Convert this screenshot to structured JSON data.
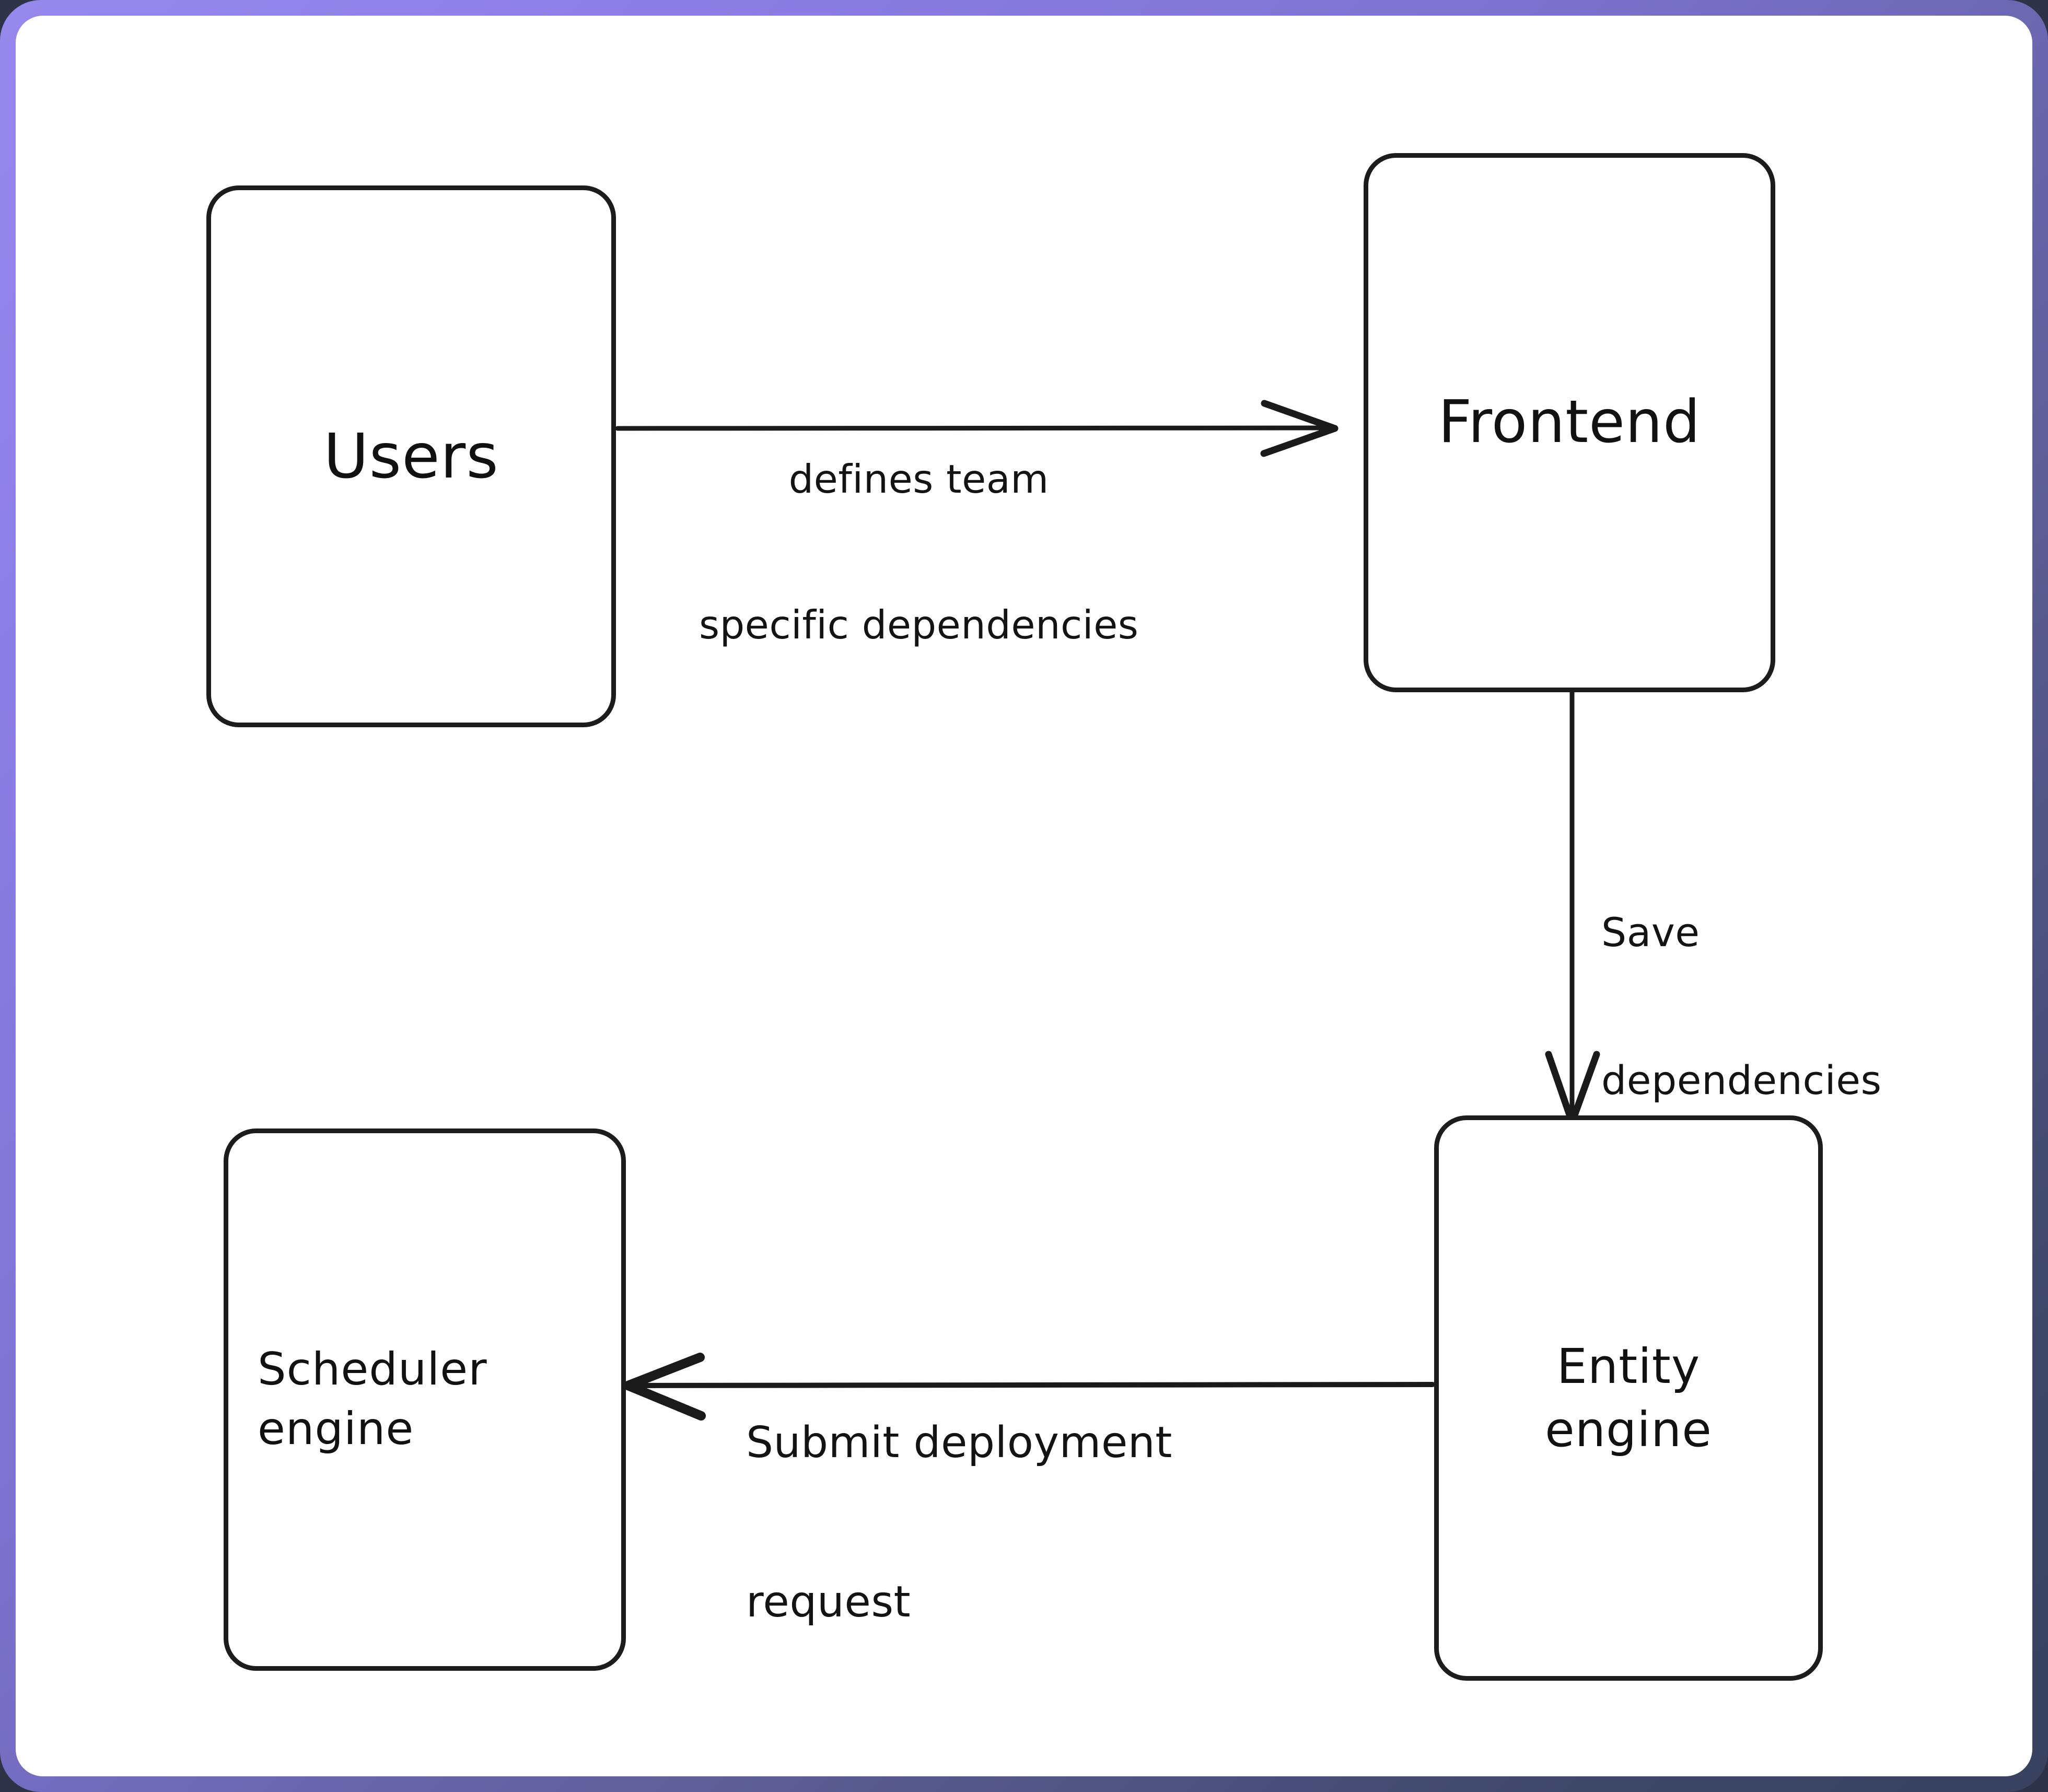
{
  "diagram": {
    "type": "flowchart",
    "style": "hand-drawn",
    "background_color": "#ffffff",
    "border_gradient_from": "#8f80e8",
    "border_gradient_to": "#394160",
    "node_stroke_color": "#1c1c1c",
    "text_color": "#111111",
    "nodes": [
      {
        "id": "users",
        "label": "Users",
        "shape": "rounded-rect"
      },
      {
        "id": "frontend",
        "label": "Frontend",
        "shape": "rounded-rect"
      },
      {
        "id": "scheduler",
        "label": "Scheduler\nengine",
        "shape": "rounded-rect"
      },
      {
        "id": "entity",
        "label": "Entity\nengine",
        "shape": "rounded-rect"
      }
    ],
    "edges": [
      {
        "id": "users-to-frontend",
        "from": "users",
        "to": "frontend",
        "direction": "right",
        "label_line1": "defines team",
        "label_line2": "specific dependencies"
      },
      {
        "id": "frontend-to-entity",
        "from": "frontend",
        "to": "entity",
        "direction": "down",
        "label_line1": "Save",
        "label_line2": "dependencies"
      },
      {
        "id": "entity-to-scheduler",
        "from": "entity",
        "to": "scheduler",
        "direction": "left",
        "label_line1": "Submit deployment",
        "label_line2": "request"
      }
    ]
  }
}
